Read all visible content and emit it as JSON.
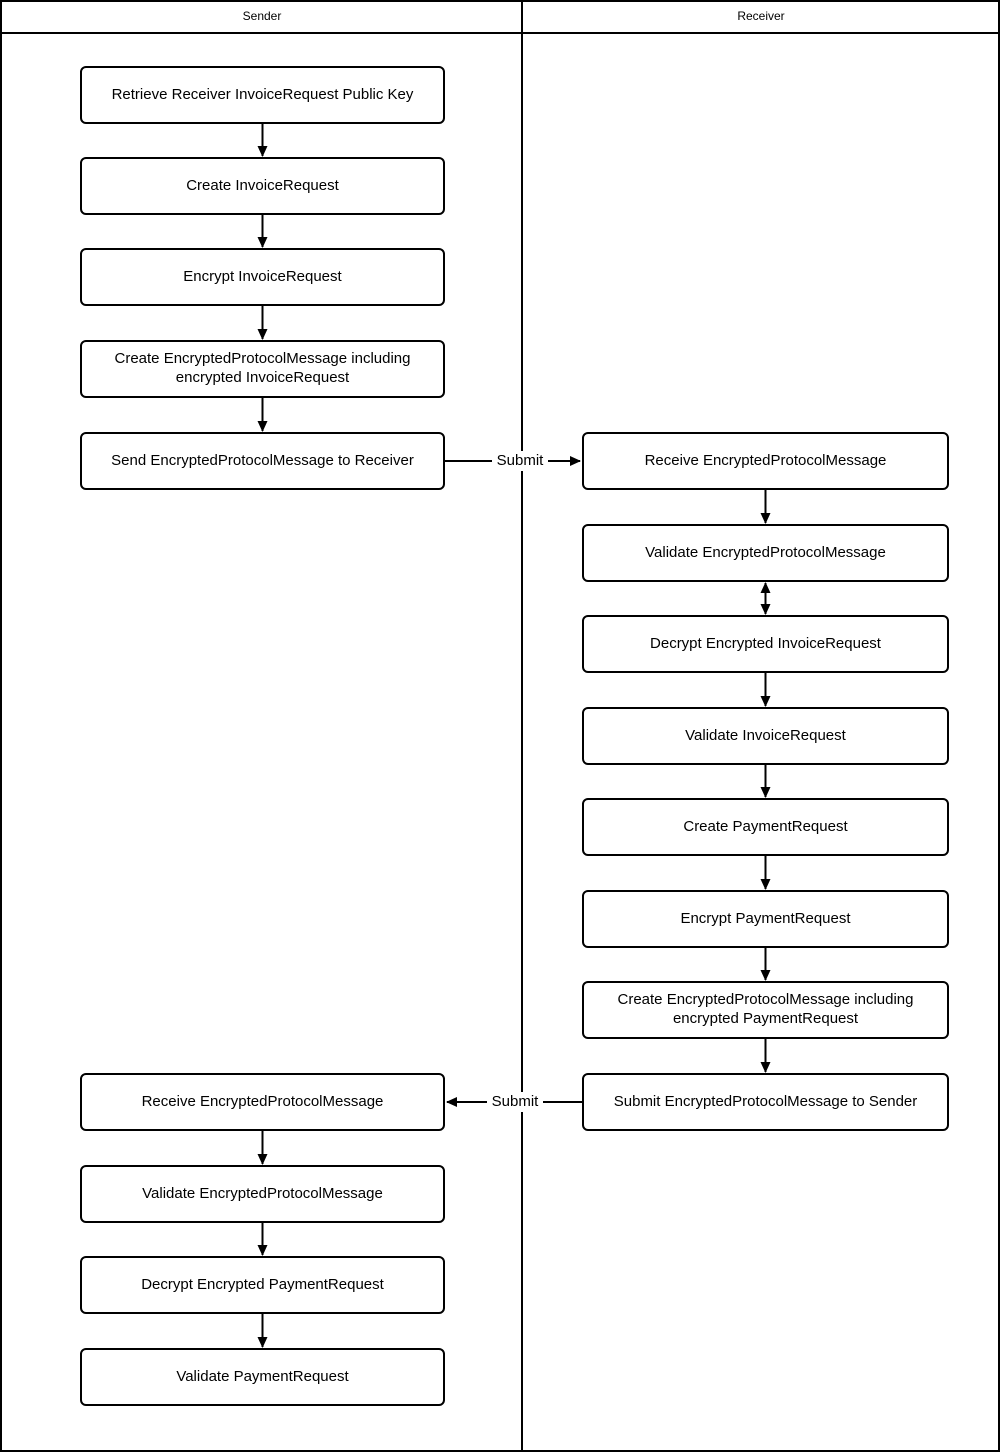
{
  "header": {
    "sender_label": "Sender",
    "receiver_label": "Receiver"
  },
  "sender": {
    "steps": [
      {
        "label": "Retrieve Receiver InvoiceRequest Public Key"
      },
      {
        "label": "Create InvoiceRequest"
      },
      {
        "label": "Encrypt InvoiceRequest"
      },
      {
        "label": "Create EncryptedProtocolMessage including encrypted InvoiceRequest"
      },
      {
        "label": "Send EncryptedProtocolMessage to Receiver"
      },
      {
        "label": "Receive EncryptedProtocolMessage"
      },
      {
        "label": "Validate EncryptedProtocolMessage"
      },
      {
        "label": "Decrypt Encrypted PaymentRequest"
      },
      {
        "label": "Validate PaymentRequest"
      }
    ]
  },
  "receiver": {
    "steps": [
      {
        "label": "Receive EncryptedProtocolMessage"
      },
      {
        "label": "Validate EncryptedProtocolMessage"
      },
      {
        "label": "Decrypt Encrypted InvoiceRequest"
      },
      {
        "label": "Validate InvoiceRequest"
      },
      {
        "label": "Create PaymentRequest"
      },
      {
        "label": "Encrypt PaymentRequest"
      },
      {
        "label": "Create EncryptedProtocolMessage including encrypted PaymentRequest"
      },
      {
        "label": "Submit EncryptedProtocolMessage to Sender"
      }
    ]
  },
  "connectors": {
    "submit_to_receiver_label": "Submit",
    "submit_to_sender_label": "Submit"
  },
  "colors": {
    "node_fill": "#ffffff",
    "node_border": "#000000",
    "line": "#000000",
    "background": "#ffffff"
  }
}
